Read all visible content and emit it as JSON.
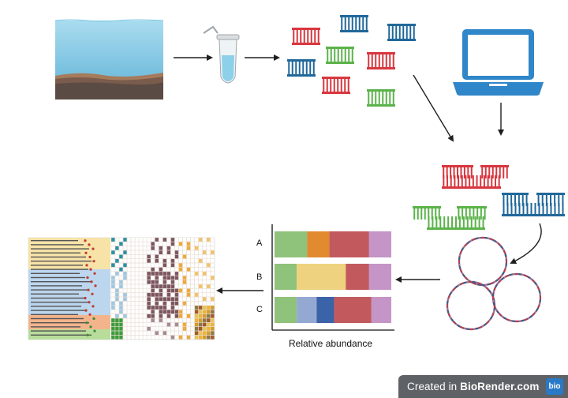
{
  "colors": {
    "red": "#d8373f",
    "blue": "#21689a",
    "green": "#5bb34a",
    "laptop": "#2f86c8",
    "arrow": "#1f1f1f",
    "water_top": "#9dd5ea",
    "water_bottom": "#63b6d8",
    "sediment": "#5b4b45",
    "seg1": "#8fc27a",
    "seg2": "#e28a2f",
    "seg3": "#c25a5d",
    "seg4": "#c495c6",
    "seg5": "#eed27f",
    "seg6": "#94a9d2",
    "seg7": "#3b63a8"
  },
  "icons": [
    "water-sediment-icon",
    "sample-tube-icon",
    "dna-fragments-icon",
    "laptop-icon",
    "dna-assembly-icon",
    "genome-circle-icon",
    "heatmap-icon"
  ],
  "abundance_chart": {
    "rows": [
      {
        "label": "A",
        "segments": [
          {
            "color": "#8fc27a",
            "value": 0.28
          },
          {
            "color": "#e28a2f",
            "value": 0.19
          },
          {
            "color": "#c25a5d",
            "value": 0.34
          },
          {
            "color": "#c495c6",
            "value": 0.19
          }
        ]
      },
      {
        "label": "B",
        "segments": [
          {
            "color": "#8fc27a",
            "value": 0.19
          },
          {
            "color": "#eed27f",
            "value": 0.42
          },
          {
            "color": "#c25a5d",
            "value": 0.2
          },
          {
            "color": "#c495c6",
            "value": 0.19
          }
        ]
      },
      {
        "label": "C",
        "segments": [
          {
            "color": "#8fc27a",
            "value": 0.19
          },
          {
            "color": "#94a9d2",
            "value": 0.17
          },
          {
            "color": "#3b63a8",
            "value": 0.15
          },
          {
            "color": "#c25a5d",
            "value": 0.32
          },
          {
            "color": "#c495c6",
            "value": 0.17
          }
        ]
      }
    ],
    "xlabel": "Relative abundance"
  },
  "badge": {
    "prefix": "Created in ",
    "brand": "BioRender.com",
    "logo": "bio"
  }
}
